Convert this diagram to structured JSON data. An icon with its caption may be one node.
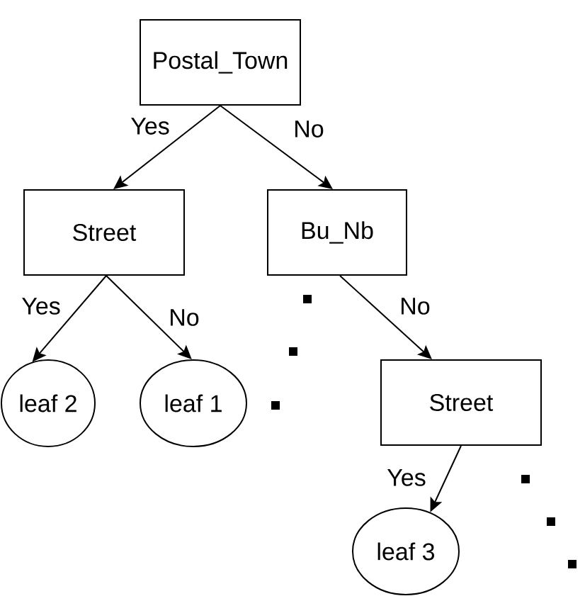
{
  "diagram": {
    "nodes": [
      {
        "text": [
          "Postal_Town"
        ]
      },
      {
        "text": [
          "Street"
        ]
      },
      {
        "text": [
          "Bu_Nb"
        ]
      },
      {
        "text": [
          "leaf 2"
        ]
      },
      {
        "text": [
          "leaf 1"
        ]
      },
      {
        "text": [
          "Street"
        ]
      },
      {
        "text": [
          "leaf 3"
        ]
      }
    ],
    "edges": [
      {
        "from": 0,
        "to": 1,
        "arrow": "to",
        "label": "Yes"
      },
      {
        "from": 0,
        "to": 2,
        "arrow": "to",
        "label": "No"
      },
      {
        "from": 1,
        "to": 3,
        "arrow": "to",
        "label": "Yes"
      },
      {
        "from": 1,
        "to": 4,
        "arrow": "to",
        "label": "No"
      },
      {
        "from": 2,
        "to": 5,
        "arrow": "to",
        "label": "No"
      },
      {
        "from": 5,
        "to": 6,
        "arrow": "to",
        "label": "Yes"
      }
    ]
  }
}
